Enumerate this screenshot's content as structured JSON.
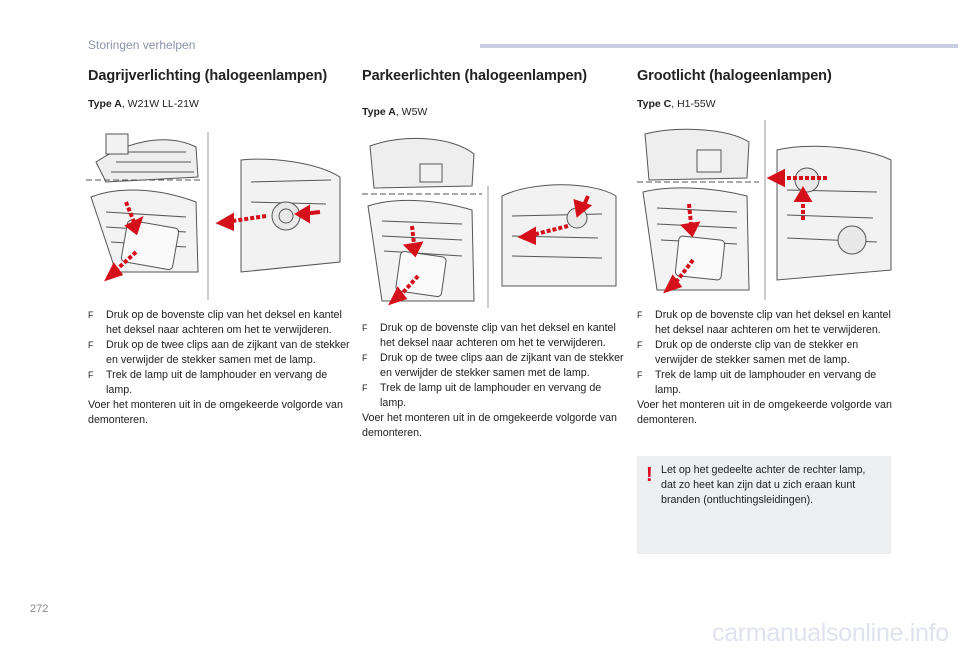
{
  "header": {
    "section_title": "Storingen verhelpen"
  },
  "page_number": "272",
  "watermark": "carmanualsonline.info",
  "columns": [
    {
      "title": "Dagrijverlichting (halogeenlampen)",
      "type_label": "Type A",
      "type_value": ", W21W LL-21W",
      "steps": [
        "Druk op de bovenste clip van het deksel en kantel het deksel naar achteren om het te verwijderen.",
        "Druk op de twee clips aan de zijkant van de stekker en verwijder de stekker samen met de lamp.",
        "Trek de lamp uit de lamphouder en vervang de lamp."
      ],
      "closing": "Voer het monteren uit in de omgekeerde volgorde van demonteren."
    },
    {
      "title": "Parkeerlichten (halogeenlampen)",
      "type_label": "Type A",
      "type_value": ", W5W",
      "steps": [
        "Druk op de bovenste clip van het deksel en kantel het deksel naar achteren om het te verwijderen.",
        "Druk op de twee clips aan de zijkant van de stekker en verwijder de stekker samen met de lamp.",
        "Trek de lamp uit de lamphouder en vervang de lamp."
      ],
      "closing": "Voer het monteren uit in de omgekeerde volgorde van demonteren."
    },
    {
      "title": "Grootlicht (halogeenlampen)",
      "type_label": "Type C",
      "type_value": ", H1-55W",
      "steps": [
        "Druk op de bovenste clip van het deksel en kantel het deksel naar achteren om het te verwijderen.",
        "Druk op de onderste clip van de stekker en verwijder de stekker samen met de lamp.",
        "Trek de lamp uit de lamphouder en vervang de lamp."
      ],
      "closing": "Voer het monteren uit in de omgekeerde volgorde van demonteren."
    }
  ],
  "note": {
    "icon": "warning-exclamation-icon",
    "text": "Let op het gedeelte achter de rechter lamp, dat zo heet kan zijn dat u zich eraan kunt branden (ontluchtingsleidingen)."
  },
  "colors": {
    "arrow": "#d4101a",
    "header_bar": "#c9cfdf",
    "note_bg": "#eceef0"
  },
  "bullet_glyph": "F"
}
